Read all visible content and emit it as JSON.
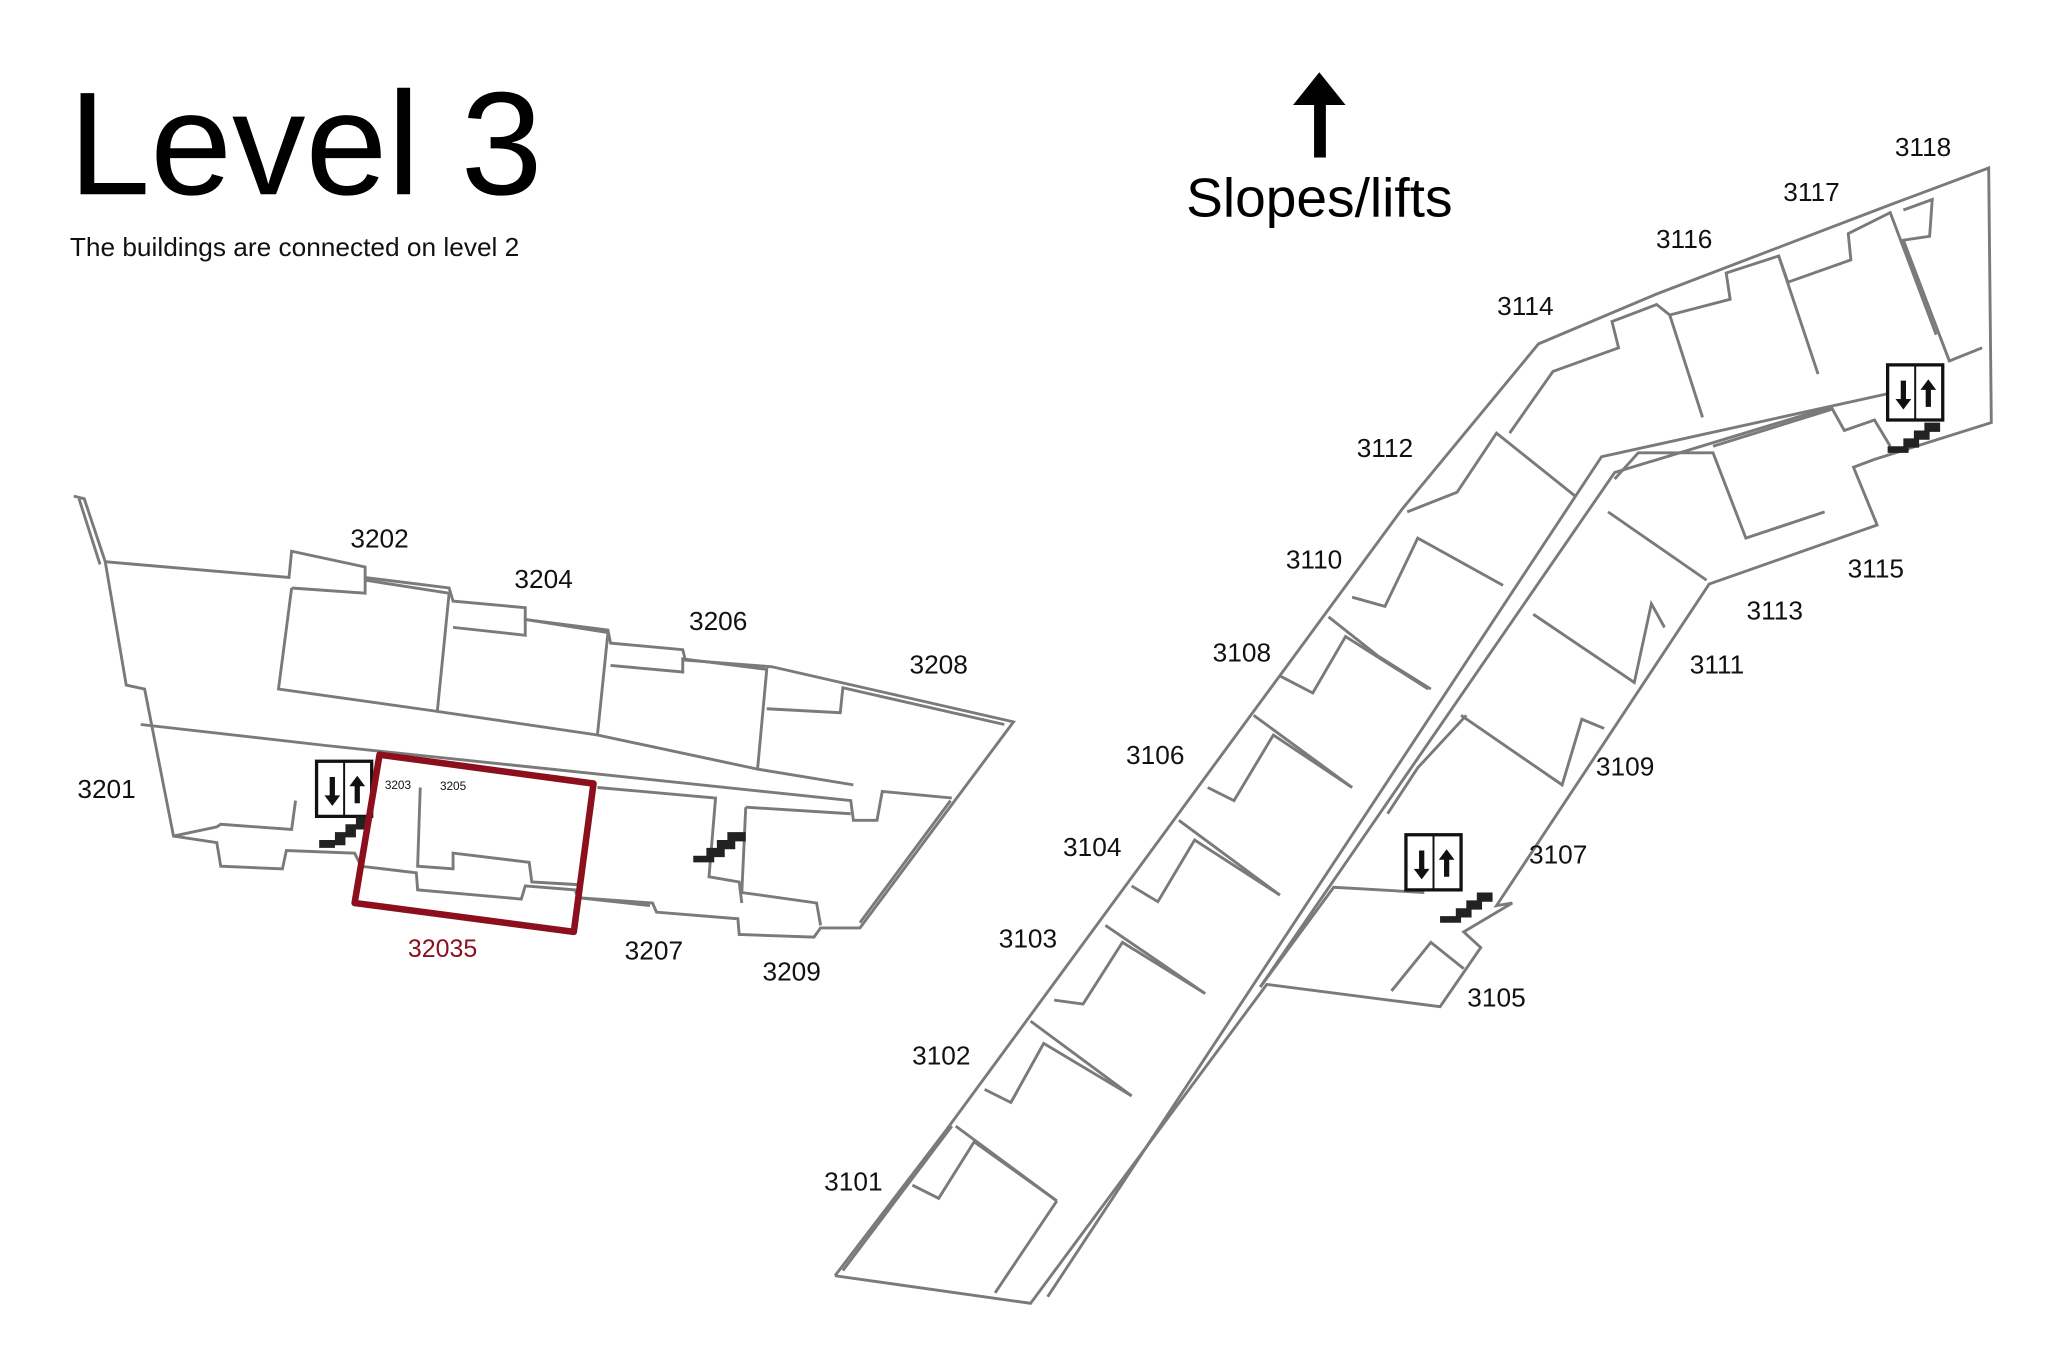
{
  "header": {
    "title": "Level 3",
    "subtitle": "The buildings are connected on level 2"
  },
  "direction": {
    "icon": "arrow-up-icon",
    "label": "Slopes/lifts"
  },
  "building_32": {
    "rooms": [
      "3201",
      "3202",
      "3204",
      "3206",
      "3208",
      "3207",
      "3209"
    ],
    "highlight": {
      "label": "32035",
      "color": "#8b0f1c",
      "inner_labels": [
        "3203",
        "3205"
      ]
    }
  },
  "building_31": {
    "rooms": [
      "3101",
      "3102",
      "3103",
      "3104",
      "3106",
      "3108",
      "3110",
      "3112",
      "3114",
      "3116",
      "3117",
      "3118",
      "3115",
      "3113",
      "3111",
      "3109",
      "3107",
      "3105"
    ]
  },
  "legend_icons": [
    "elevator-icon",
    "stairs-icon"
  ],
  "colors": {
    "walls": "#7a7a7a",
    "highlight": "#8b0f1c"
  }
}
